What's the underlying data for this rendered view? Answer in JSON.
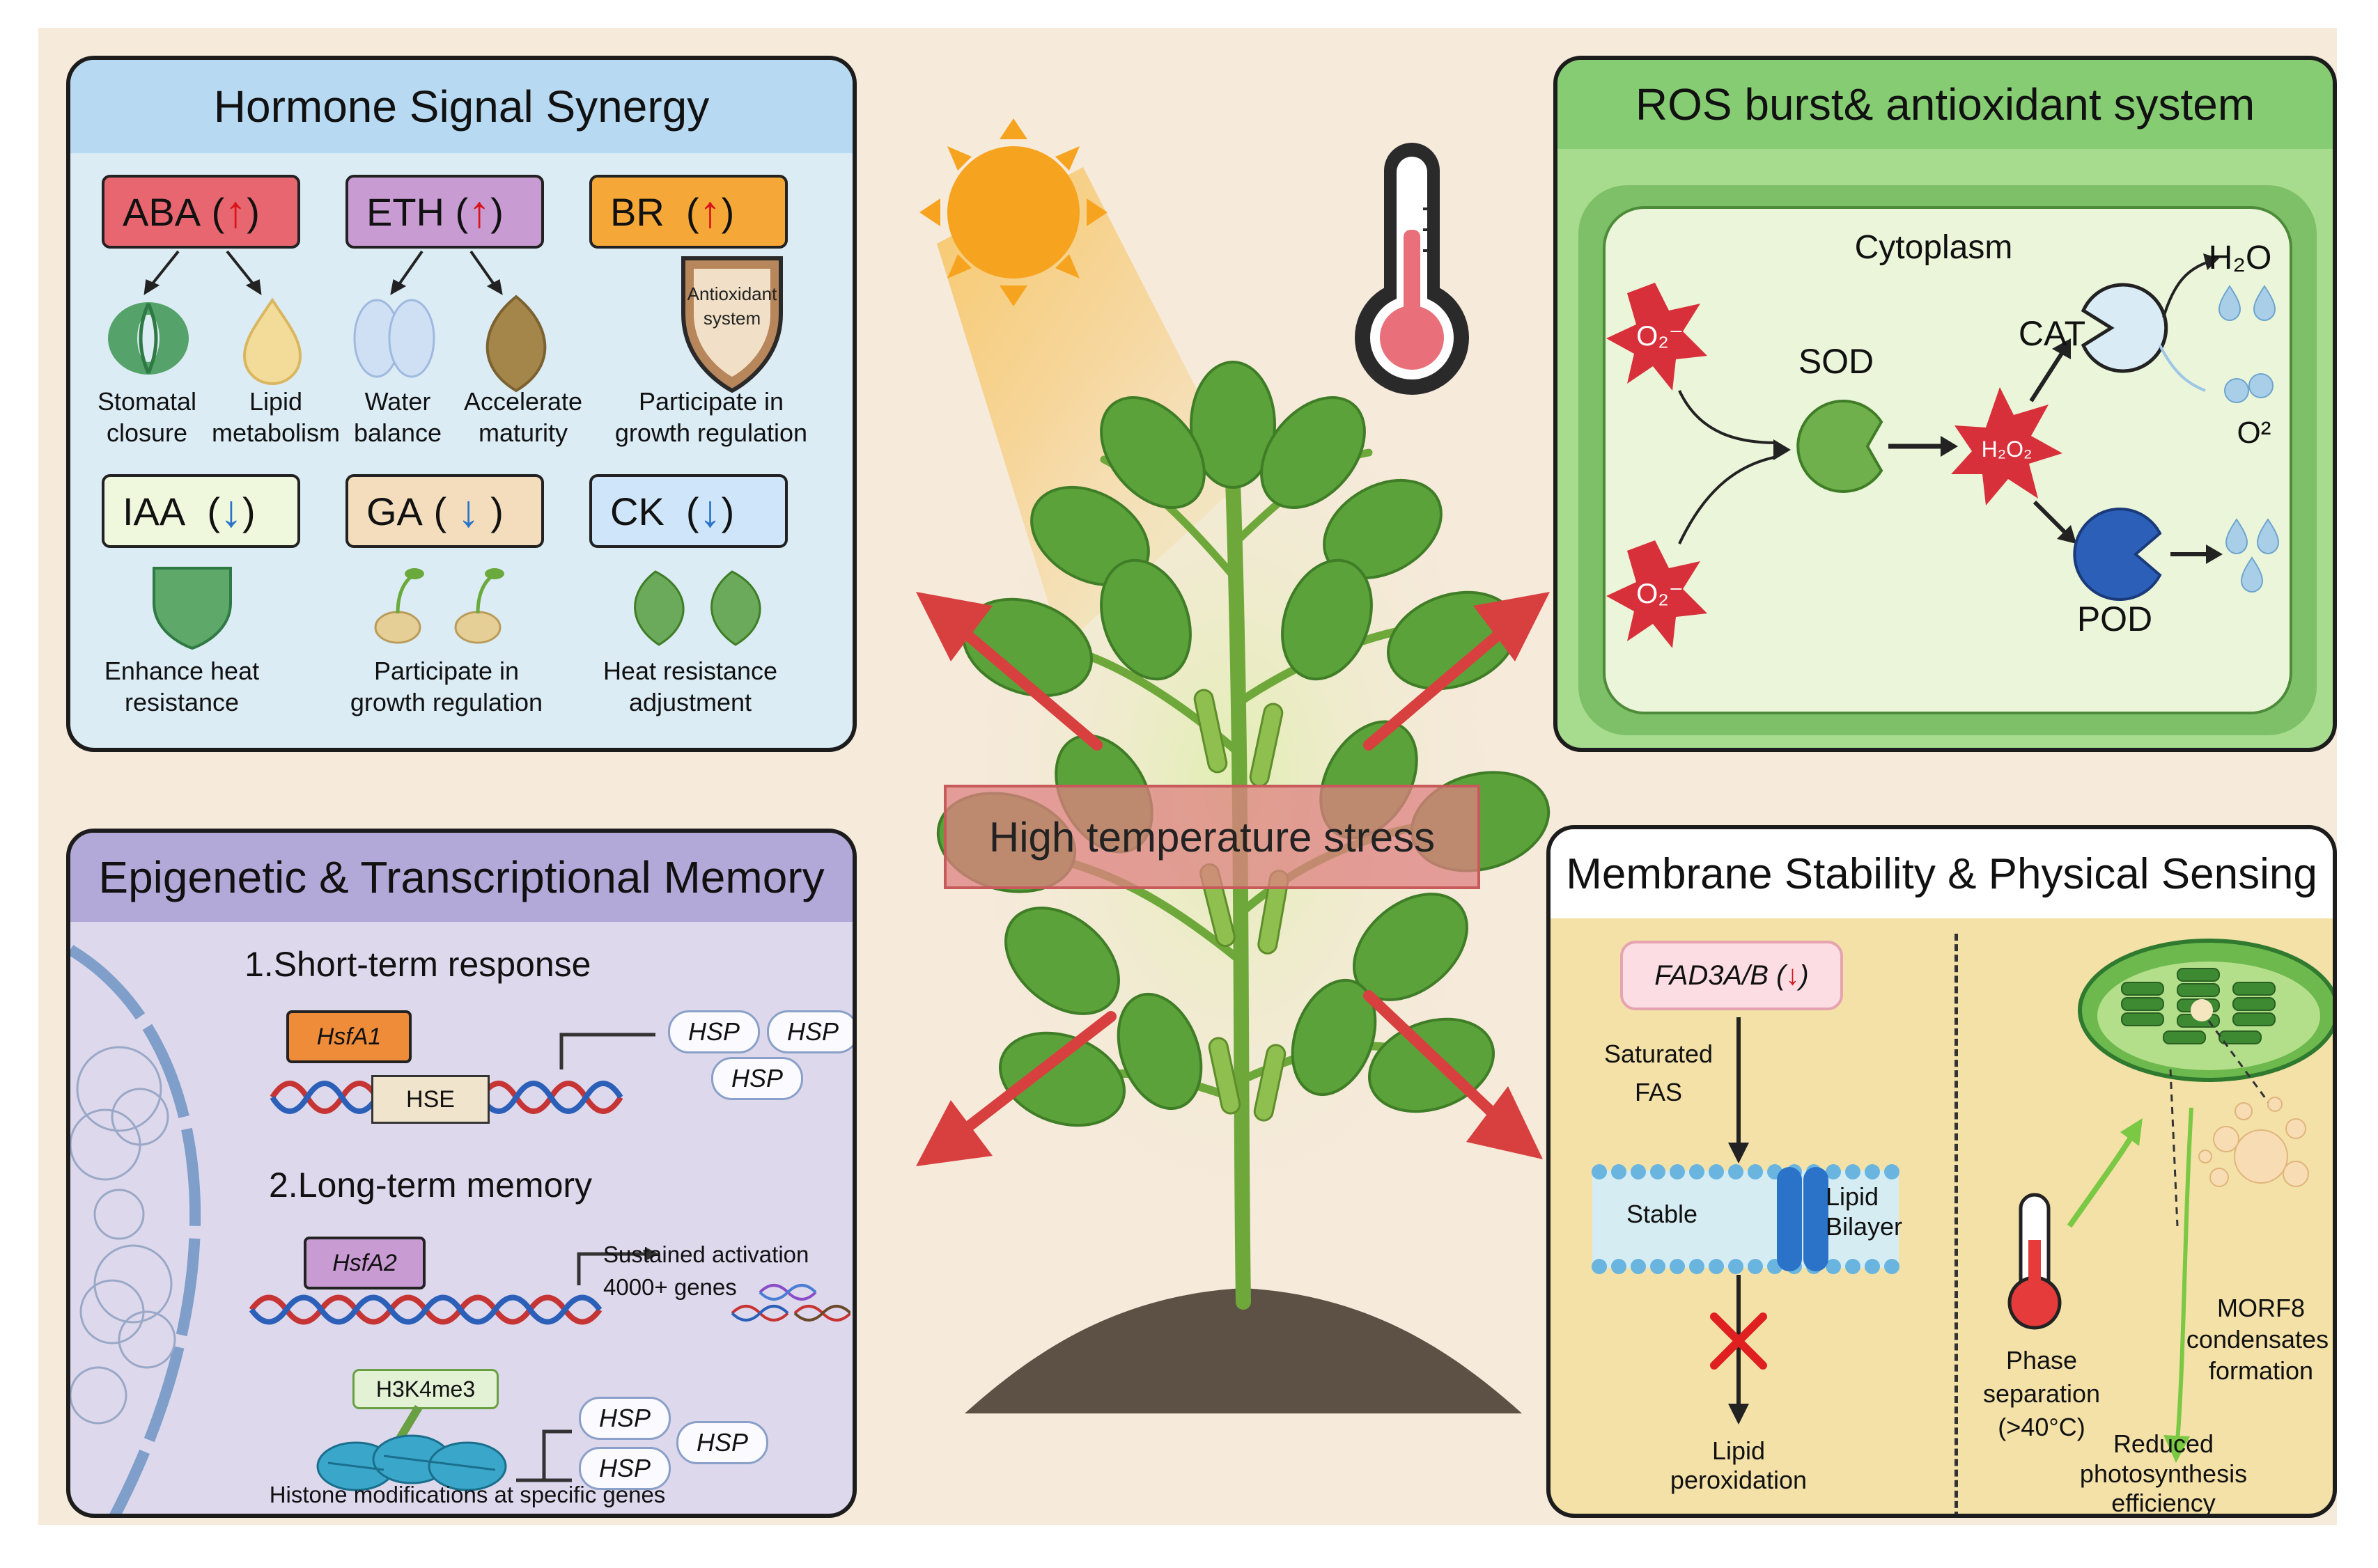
{
  "colors": {
    "background": "#f6eadb",
    "hormone_panel": "#dcecf4",
    "hormone_header": "#b7d9f1",
    "ros_panel": "#a7dc8f",
    "ros_header": "#86cc73",
    "epigenetic_panel": "#ddd8ec",
    "epigenetic_header": "#b3a9d8",
    "membrane_panel": "#f3e1a8",
    "membrane_header": "#ffffff",
    "arrow_red": "#d8403f",
    "up_arrow": "#d9141a",
    "down_arrow": "#2b73c9"
  },
  "center": {
    "title": "High temperature stress",
    "icons": [
      "sun-icon",
      "thermometer-icon",
      "soybean-plant-icon",
      "soil-mound-icon"
    ]
  },
  "hormone": {
    "title": "Hormone Signal Synergy",
    "up_hormones": [
      {
        "name": "ABA",
        "direction": "up",
        "color": "#e8666f"
      },
      {
        "name": "ETH",
        "direction": "up",
        "color": "#c99bd3"
      },
      {
        "name": "BR",
        "direction": "up",
        "color": "#f5a737"
      }
    ],
    "down_hormones": [
      {
        "name": "IAA",
        "direction": "down",
        "color": "#eff7dc"
      },
      {
        "name": "GA",
        "direction": "down",
        "color": "#f3ddbd"
      },
      {
        "name": "CK",
        "direction": "down",
        "color": "#cfe6fa"
      }
    ],
    "shield_text": "Antioxidant system",
    "effects_top": [
      "Stomatal closure",
      "Lipid metabolism",
      "Water balance",
      "Accelerate maturity",
      "Participate in growth regulation"
    ],
    "effects_bottom": [
      "Enhance heat resistance",
      "Participate in growth regulation",
      "Heat resistance adjustment"
    ]
  },
  "ros": {
    "title": "ROS burst& antioxidant system",
    "cytoplasm": "Cytoplasm",
    "o2_minus": "O2-",
    "sod": "SOD",
    "h2o2": "H2O2",
    "cat": "CAT",
    "pod": "POD",
    "h2o": "H2O",
    "o2": "O2"
  },
  "epigenetic": {
    "title": "Epigenetic & Transcriptional Memory",
    "short_term": "1.Short-term response",
    "hsfa1": "HsfA1",
    "hse": "HSE",
    "long_term": "2.Long-term memory",
    "hsfa2": "HsfA2",
    "sustained": "Sustained activation",
    "genes": "4000+ genes",
    "h3k4me3": "H3K4me3",
    "hsp": "HSP",
    "histone": "Histone modifications at specific genes"
  },
  "membrane": {
    "title": "Membrane Stability & Physical Sensing",
    "fad": "FAD3A/B",
    "saturated": "Saturated",
    "fas": "FAS",
    "stable": "Stable",
    "lipid": "Lipid",
    "bilayer": "Bilayer",
    "peroxidation_lipid": "Lipid",
    "peroxidation": "peroxidation",
    "phase": "Phase",
    "separation": "separation",
    "temp": "(>40°C)",
    "morf8": "MORF8",
    "condensates": "condensates",
    "formation": "formation",
    "reduced": "Reduced",
    "photosynthesis": "photosynthesis",
    "efficiency": "efficiency"
  }
}
